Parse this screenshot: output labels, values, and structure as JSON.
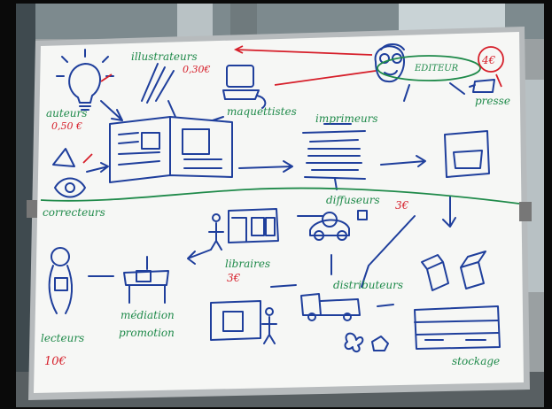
{
  "colors": {
    "blue": "#1f3f9c",
    "green": "#1f8a4a",
    "red": "#d61f2a",
    "board": "#f7f8f6"
  },
  "labels": {
    "auteurs": "auteurs",
    "auteurs_price": "0,50 €",
    "illustrateurs": "illustrateurs",
    "illustrateurs_price": "0,30€",
    "maquettistes": "maquettistes",
    "editeur": "EDITEUR",
    "editeur_price": "4€",
    "presse": "presse",
    "imprimeurs": "imprimeurs",
    "correcteurs": "correcteurs",
    "diffuseurs": "diffuseurs",
    "diffuseurs_price": "3€",
    "libraires": "libraires",
    "libraires_price": "3€",
    "distributeurs": "distributeurs",
    "mediation": "médiation",
    "promotion": "promotion",
    "lecteurs": "lecteurs",
    "lecteurs_price": "10€",
    "stockage": "stockage"
  }
}
